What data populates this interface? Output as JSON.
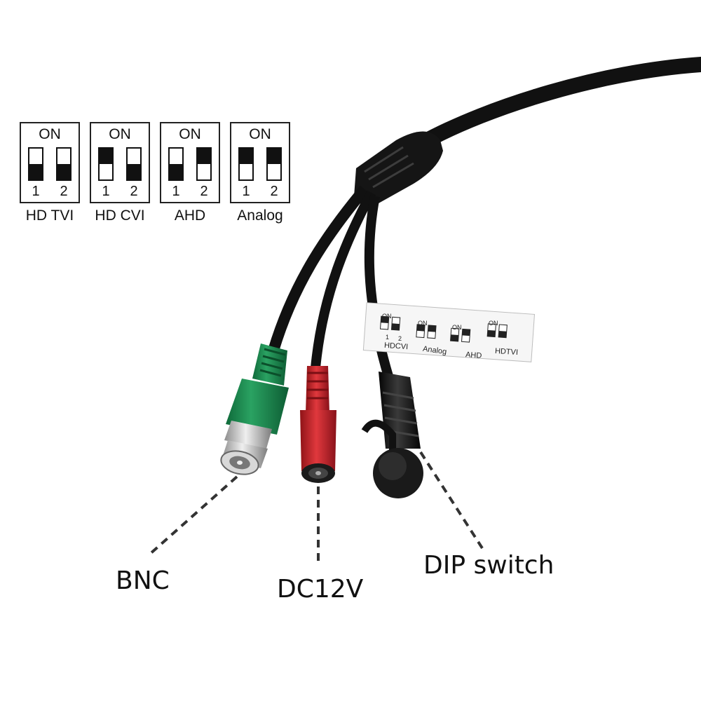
{
  "dip_legend": {
    "on_label": "ON",
    "panels": [
      {
        "mode": "HD TVI",
        "switches": [
          {
            "num": "1",
            "state": "down"
          },
          {
            "num": "2",
            "state": "down"
          }
        ]
      },
      {
        "mode": "HD CVI",
        "switches": [
          {
            "num": "1",
            "state": "up"
          },
          {
            "num": "2",
            "state": "down"
          }
        ]
      },
      {
        "mode": "AHD",
        "switches": [
          {
            "num": "1",
            "state": "down"
          },
          {
            "num": "2",
            "state": "up"
          }
        ]
      },
      {
        "mode": "Analog",
        "switches": [
          {
            "num": "1",
            "state": "up"
          },
          {
            "num": "2",
            "state": "up"
          }
        ]
      }
    ]
  },
  "sticker": {
    "on_label": "ON",
    "modes": [
      "HDCVI",
      "Analog",
      "AHD",
      "HDTVI"
    ],
    "nums": [
      "1",
      "2"
    ]
  },
  "callouts": {
    "bnc": "BNC",
    "dc": "DC12V",
    "dip": "DIP switch"
  },
  "colors": {
    "cable": "#111111",
    "bnc_sleeve": "#1f8a52",
    "dc_sleeve": "#c8262b",
    "metal": "#c9c9c9"
  }
}
